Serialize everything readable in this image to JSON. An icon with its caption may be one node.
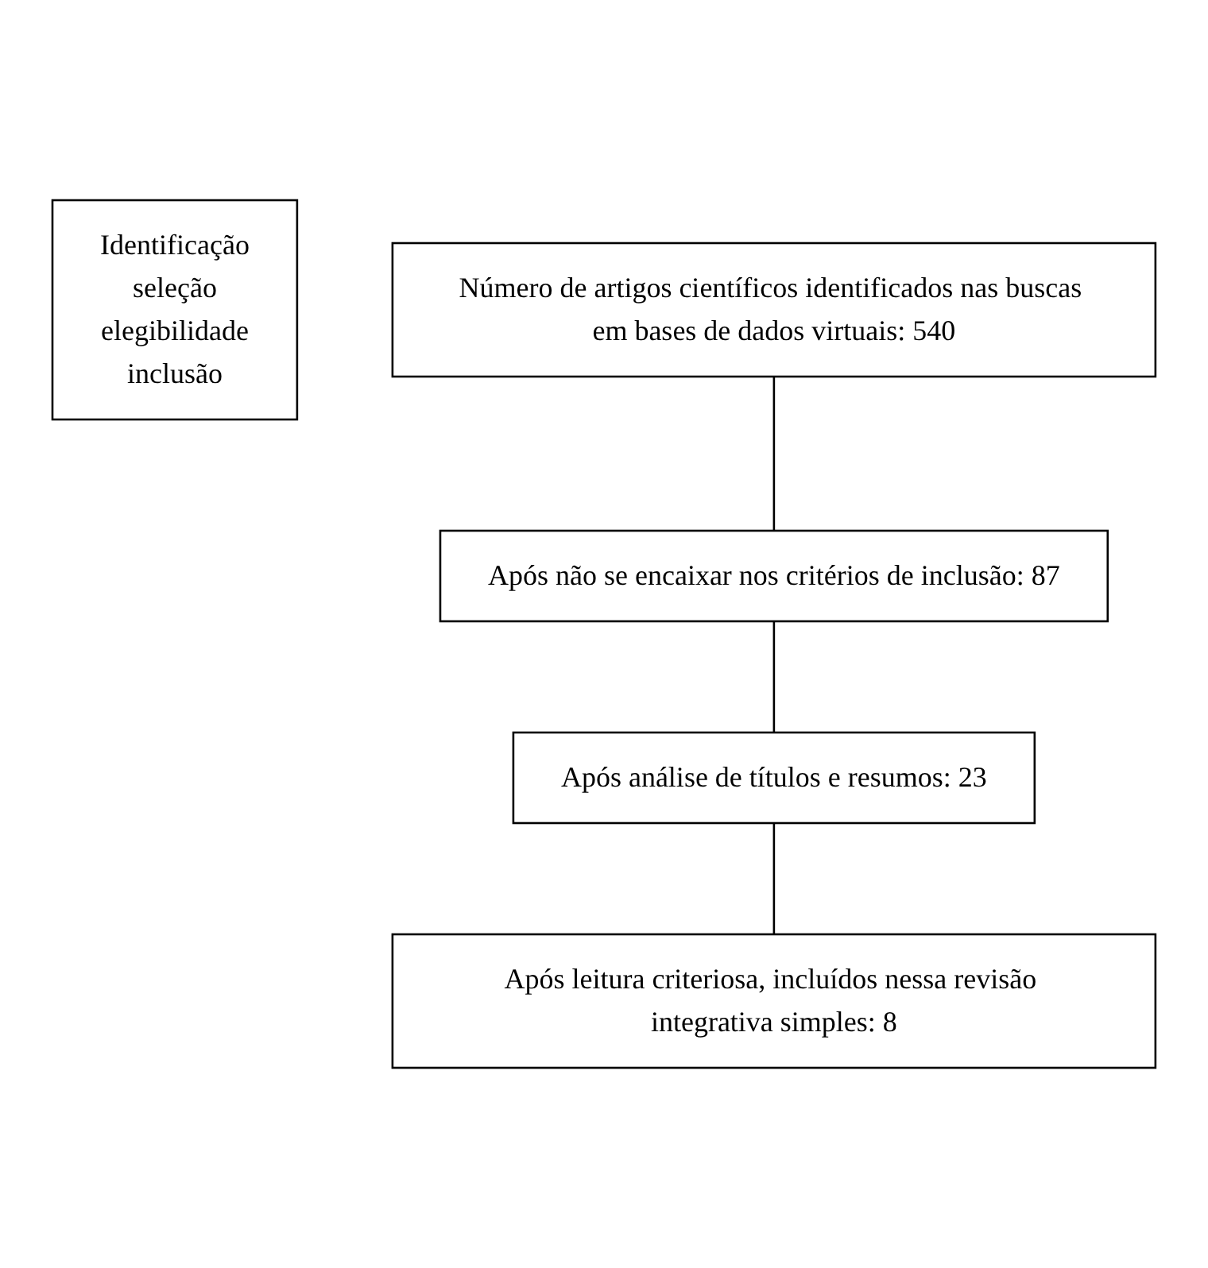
{
  "diagram": {
    "nodes": [
      {
        "text": [
          "Identificação",
          "seleção",
          "elegibilidade",
          "inclusão"
        ]
      },
      {
        "text": [
          "Número de artigos científicos identificados nas buscas em bases de dados virtuais: 540"
        ]
      },
      {
        "text": [
          "Após não se encaixar nos critérios de inclusão: 87"
        ]
      },
      {
        "text": [
          "Após análise de títulos e resumos: 23"
        ]
      },
      {
        "text": [
          "Após leitura criteriosa, incluídos nessa revisão integrativa simples: 8"
        ]
      }
    ],
    "edges": [
      {
        "from": 1,
        "to": 2,
        "arrow": "none"
      },
      {
        "from": 2,
        "to": 3,
        "arrow": "none"
      },
      {
        "from": 3,
        "to": 4,
        "arrow": "none"
      }
    ]
  }
}
